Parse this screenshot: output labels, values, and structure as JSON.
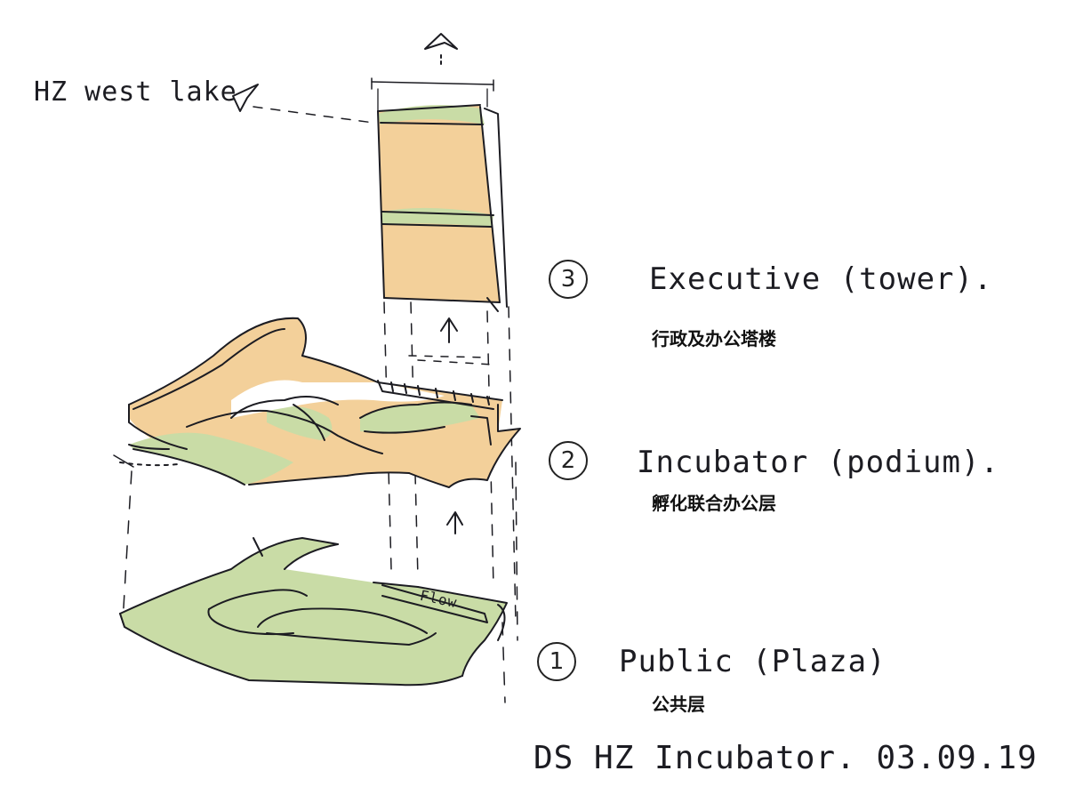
{
  "annotations": {
    "hz_west_lake": "HZ west lake",
    "footer": "DS HZ Incubator. 03.09.19",
    "flow_label": "Flow"
  },
  "layers": [
    {
      "number": "3",
      "label": "Executive (tower).",
      "label_cn": "行政及办公塔楼",
      "color": "#f3d09a"
    },
    {
      "number": "2",
      "label": "Incubator (podium).",
      "label_cn": "孵化联合办公层",
      "color": "#f3d09a"
    },
    {
      "number": "1",
      "label": "Public (Plaza)",
      "label_cn": "公共层",
      "color": "#c9dca6"
    }
  ],
  "colors": {
    "tower_fill": "#f3d09a",
    "green_fill": "#c9dca6",
    "ink": "#1c1c22"
  }
}
